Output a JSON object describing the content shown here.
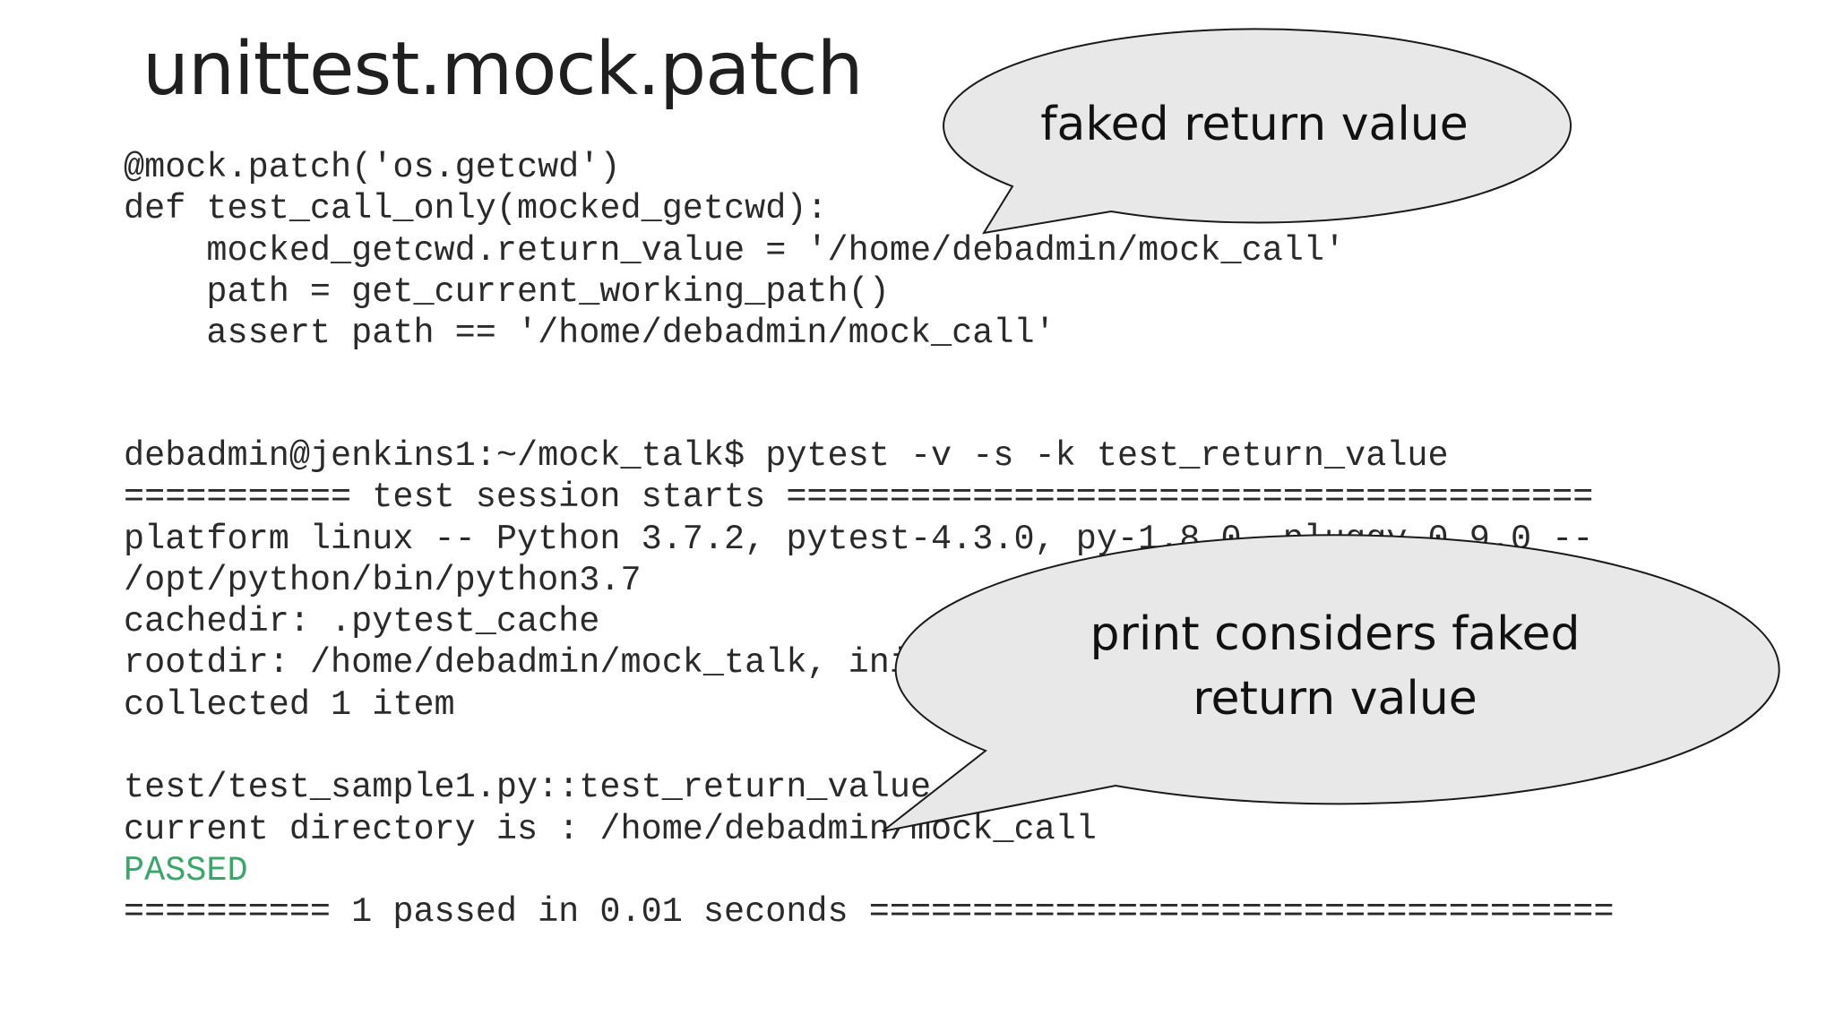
{
  "slide": {
    "title": "unittest.mock.patch",
    "code_lines": [
      "@mock.patch('os.getcwd')",
      "def test_call_only(mocked_getcwd):",
      "    mocked_getcwd.return_value = '/home/debadmin/mock_call'",
      "    path = get_current_working_path()",
      "    assert path == '/home/debadmin/mock_call'"
    ],
    "terminal_lines": [
      "debadmin@jenkins1:~/mock_talk$ pytest -v -s -k test_return_value",
      "=========== test session starts =======================================",
      "platform linux -- Python 3.7.2, pytest-4.3.0, py-1.8.0, pluggy-0.9.0 --",
      "/opt/python/bin/python3.7",
      "cachedir: .pytest_cache",
      "rootdir: /home/debadmin/mock_talk, inifile:",
      "collected 1 item",
      "",
      "test/test_sample1.py::test_return_value",
      "current directory is : /home/debadmin/mock_call",
      "PASSED",
      "========== 1 passed in 0.01 seconds ===================================="
    ],
    "passed_color": "#3aa66a",
    "callouts": {
      "first": "faked return value",
      "second_line1": "print considers faked",
      "second_line2": "return value"
    },
    "callout_fill": "#e8e8e8",
    "callout_stroke": "#1a1a1a"
  }
}
